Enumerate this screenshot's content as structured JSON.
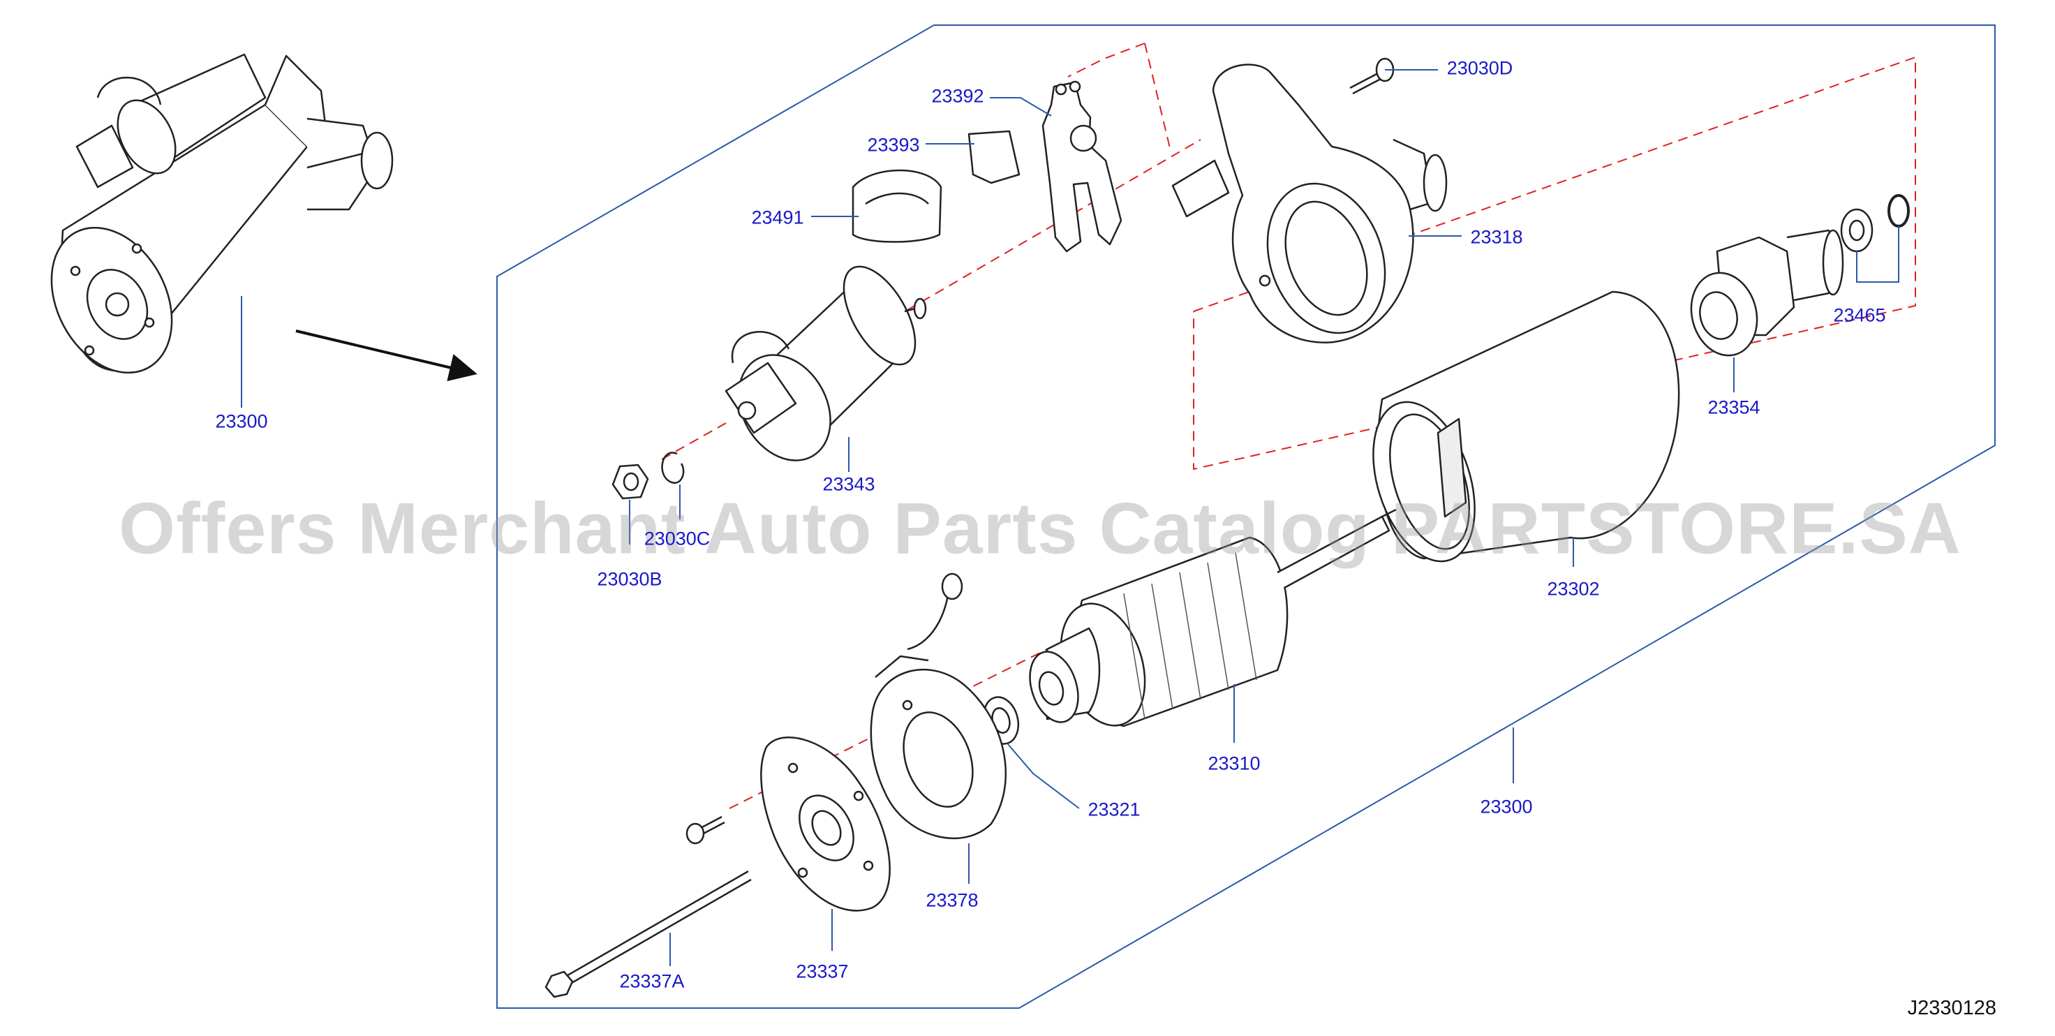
{
  "diagram": {
    "drawing_id": "J2330128",
    "watermark": "Offers Merchant Auto Parts Catalog PARTSTORE.SA",
    "callouts": [
      {
        "id": "23300-assembly",
        "label": "23300"
      },
      {
        "id": "23392",
        "label": "23392"
      },
      {
        "id": "23393",
        "label": "23393"
      },
      {
        "id": "23491",
        "label": "23491"
      },
      {
        "id": "23343",
        "label": "23343"
      },
      {
        "id": "23030B",
        "label": "23030B"
      },
      {
        "id": "23030C",
        "label": "23030C"
      },
      {
        "id": "23030D",
        "label": "23030D"
      },
      {
        "id": "23318",
        "label": "23318"
      },
      {
        "id": "23465",
        "label": "23465"
      },
      {
        "id": "23354",
        "label": "23354"
      },
      {
        "id": "23302",
        "label": "23302"
      },
      {
        "id": "23310",
        "label": "23310"
      },
      {
        "id": "23321",
        "label": "23321"
      },
      {
        "id": "23300-kit",
        "label": "23300"
      },
      {
        "id": "23378",
        "label": "23378"
      },
      {
        "id": "23337",
        "label": "23337"
      },
      {
        "id": "23337A",
        "label": "23337A"
      }
    ]
  }
}
